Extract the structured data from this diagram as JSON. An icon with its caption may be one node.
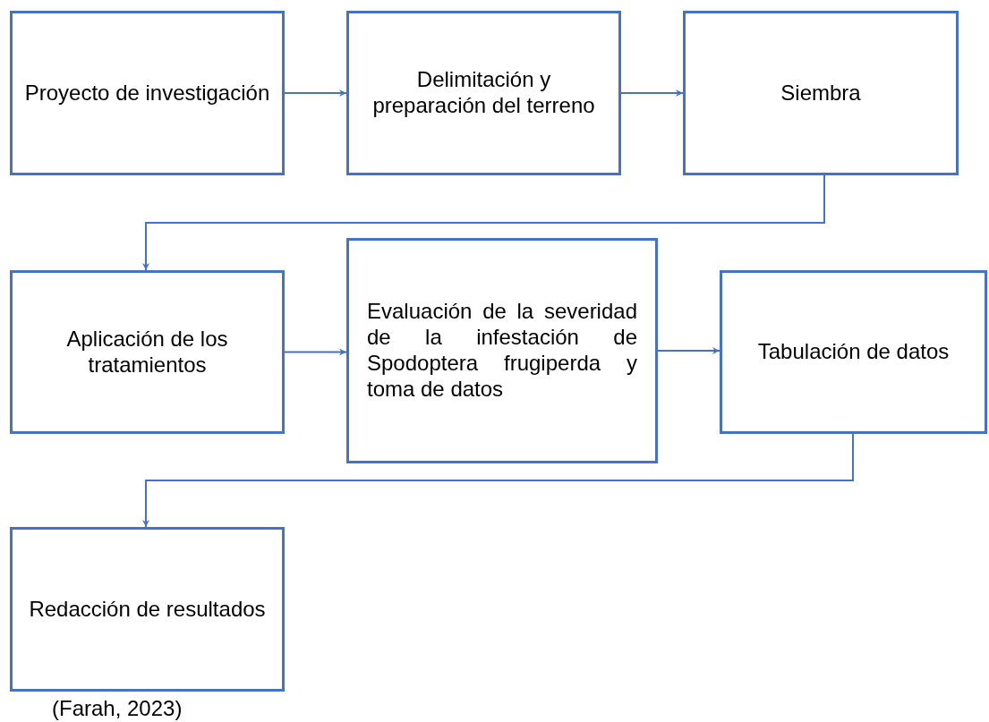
{
  "diagram": {
    "nodes": [
      {
        "text": [
          "Proyecto de investigación"
        ]
      },
      {
        "text": [
          "Delimitación y preparación del terreno"
        ]
      },
      {
        "text": [
          "Siembra"
        ]
      },
      {
        "text": [
          "Aplicación de los tratamientos"
        ]
      },
      {
        "text": [
          "Evaluación de la severidad de la infestación de Spodoptera frugiperda y toma de datos"
        ]
      },
      {
        "text": [
          "Tabulación de datos"
        ]
      },
      {
        "text": [
          "Redacción de resultados"
        ]
      }
    ],
    "edges": [
      {
        "from": 0,
        "to": 1,
        "arrow": "to"
      },
      {
        "from": 1,
        "to": 2,
        "arrow": "to"
      },
      {
        "from": 2,
        "to": 3,
        "arrow": "to"
      },
      {
        "from": 3,
        "to": 4,
        "arrow": "to"
      },
      {
        "from": 4,
        "to": 5,
        "arrow": "to"
      },
      {
        "from": 5,
        "to": 6,
        "arrow": "to"
      }
    ],
    "labels": [
      "(Farah, 2023)"
    ]
  }
}
